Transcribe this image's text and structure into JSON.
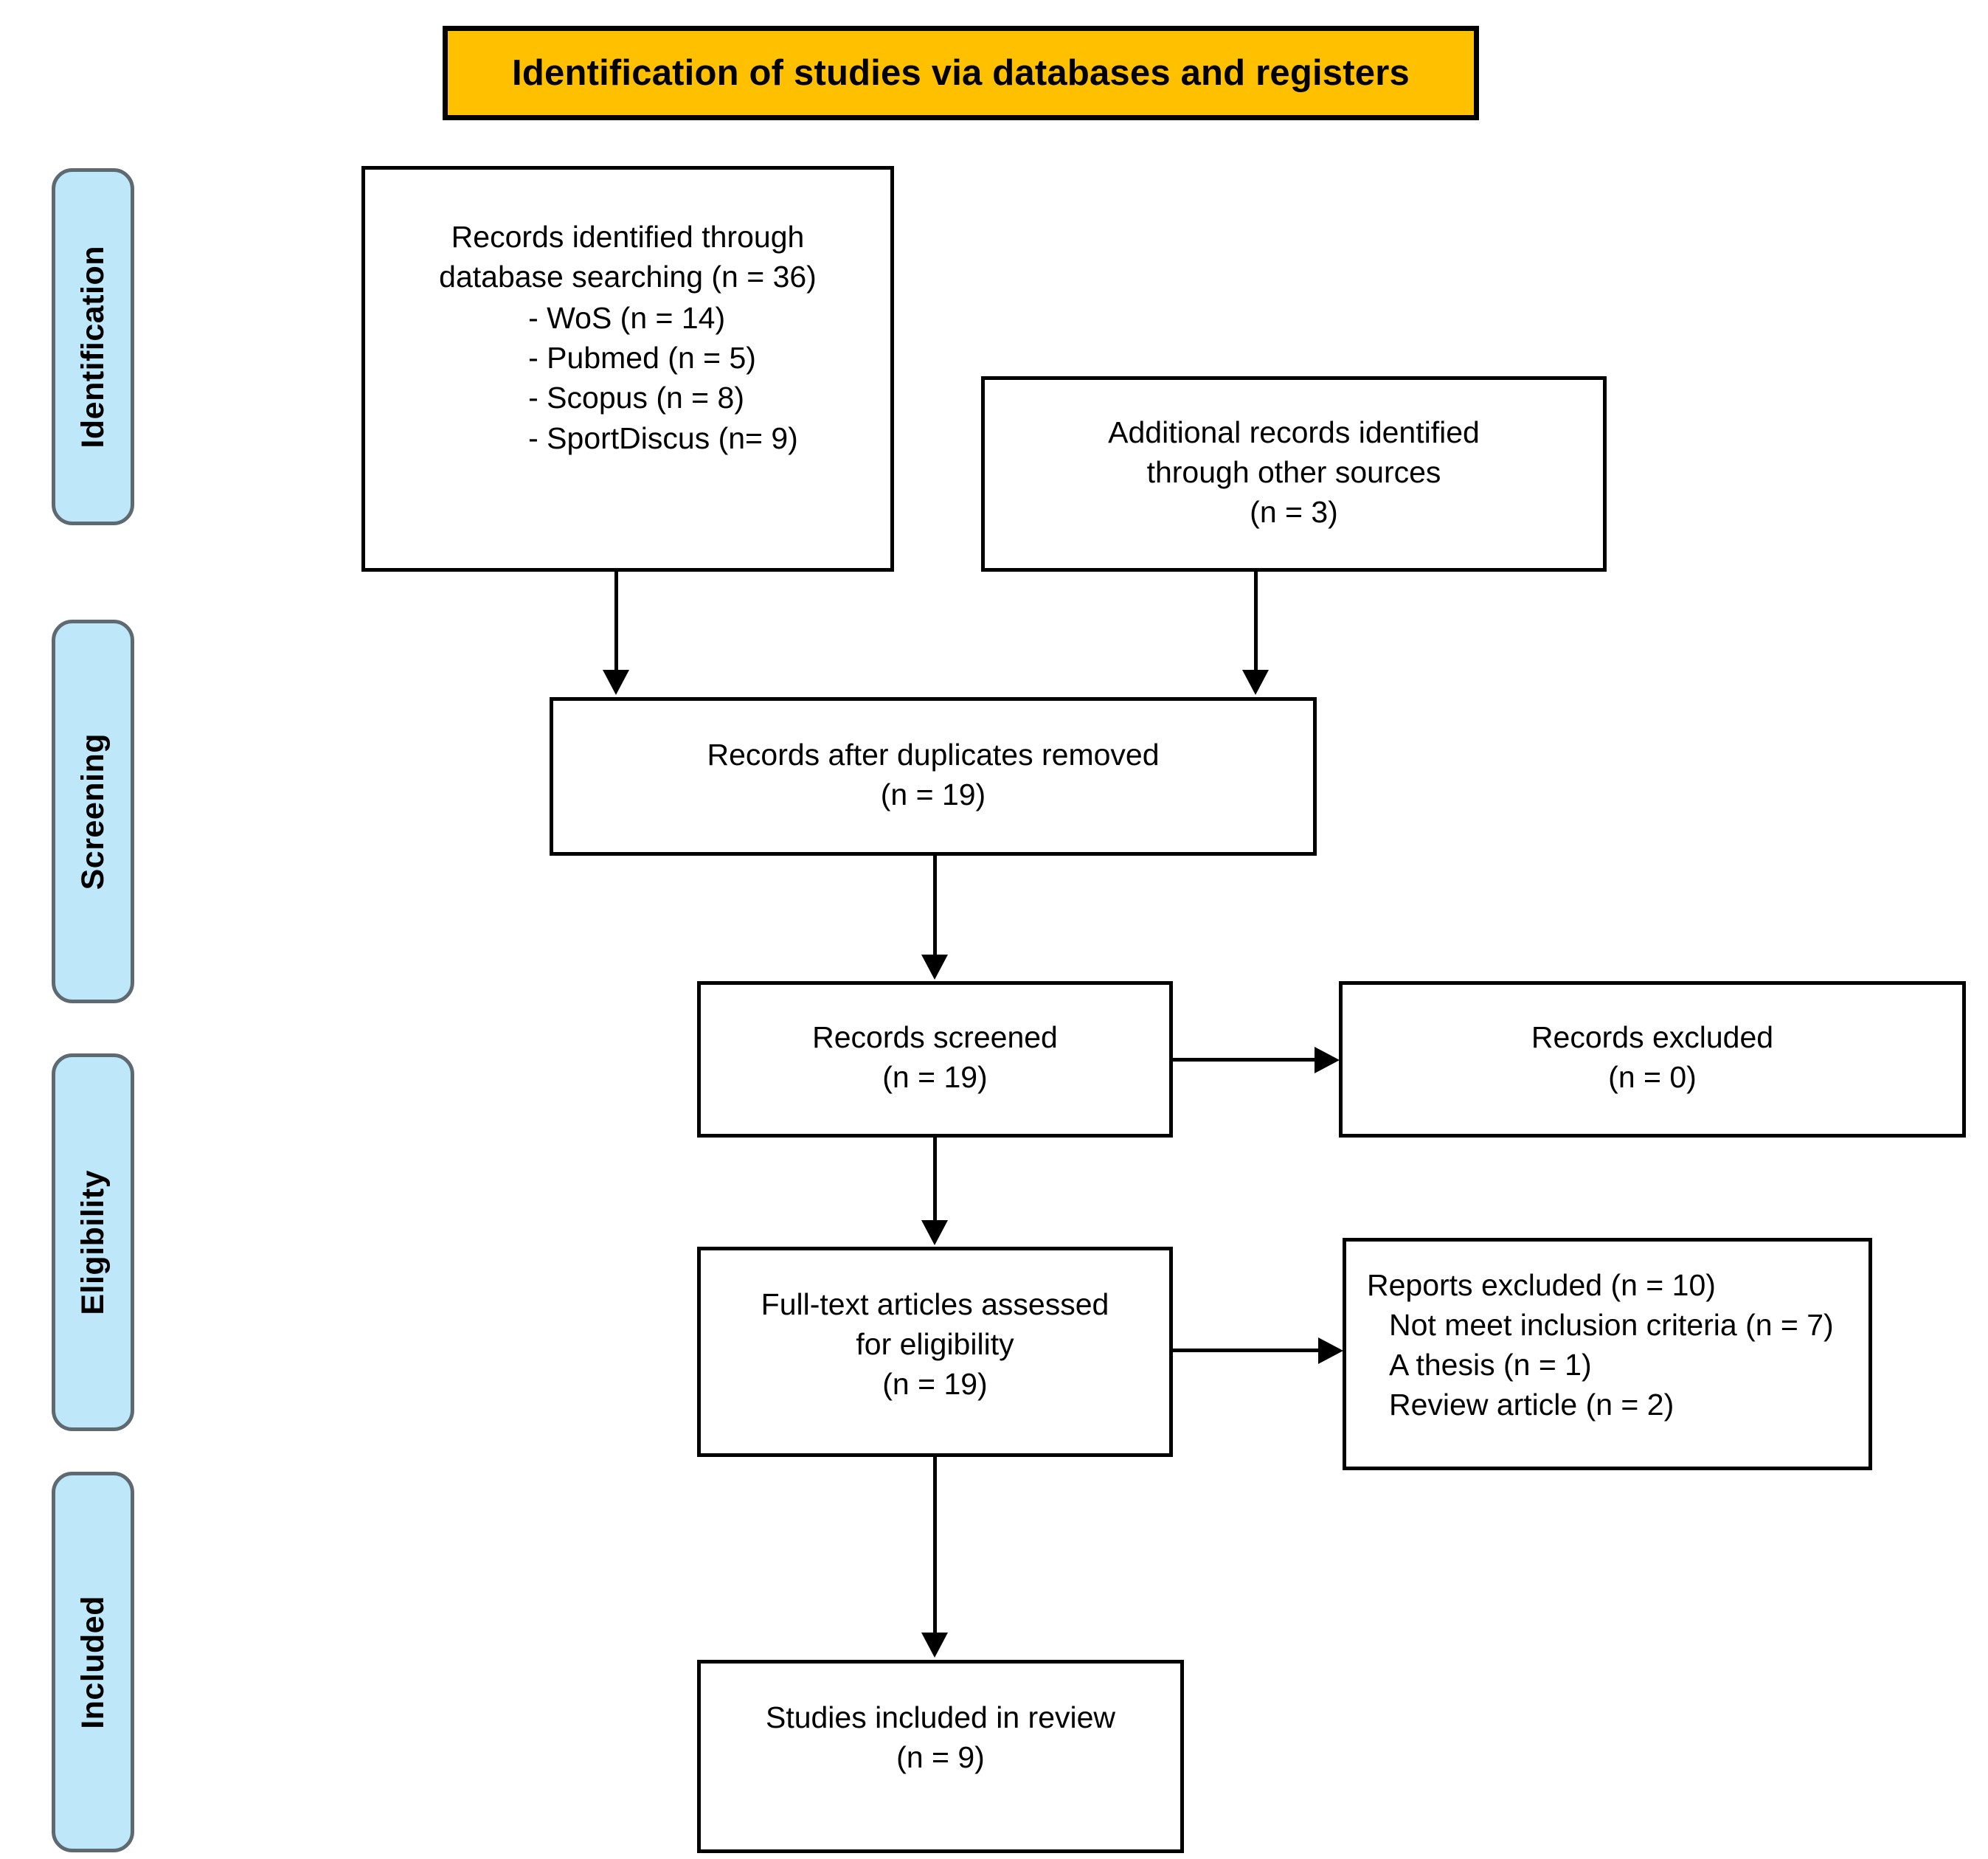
{
  "diagram": {
    "title": "Identification of studies via databases and registers",
    "stages": [
      {
        "label": "Identification"
      },
      {
        "label": "Screening"
      },
      {
        "label": "Eligibility"
      },
      {
        "label": "Included"
      }
    ],
    "boxes": {
      "database_searching": {
        "line1": "Records identified through",
        "line2": "database searching (n = 36)",
        "bullets": [
          "-  WoS (n = 14)",
          "-  Pubmed (n = 5)",
          "-  Scopus (n = 8)",
          "-  SportDiscus (n= 9)"
        ]
      },
      "additional_records": {
        "line1": "Additional records identified",
        "line2": "through other sources",
        "line3": "(n = 3)"
      },
      "duplicates_removed": {
        "line1": "Records after duplicates removed",
        "line2": "(n = 19)"
      },
      "records_screened": {
        "line1": "Records screened",
        "line2": "(n = 19)"
      },
      "records_excluded": {
        "line1": "Records excluded",
        "line2": "(n = 0)"
      },
      "full_text_assessed": {
        "line1": "Full-text articles assessed",
        "line2": "for eligibility",
        "line3": "(n = 19)"
      },
      "reports_excluded": {
        "line1": "Reports excluded (n = 10)",
        "line2": "Not meet inclusion criteria (n = 7)",
        "line3": "A thesis (n = 1)",
        "line4": "Review article (n = 2)"
      },
      "studies_included": {
        "line1": "Studies included in review",
        "line2": "(n = 9)"
      }
    },
    "colors": {
      "banner_fill": "#FFC000",
      "stage_fill": "#BEE7FA",
      "stage_border": "#5F6A70",
      "box_border": "#000000",
      "connector": "#000000"
    }
  }
}
